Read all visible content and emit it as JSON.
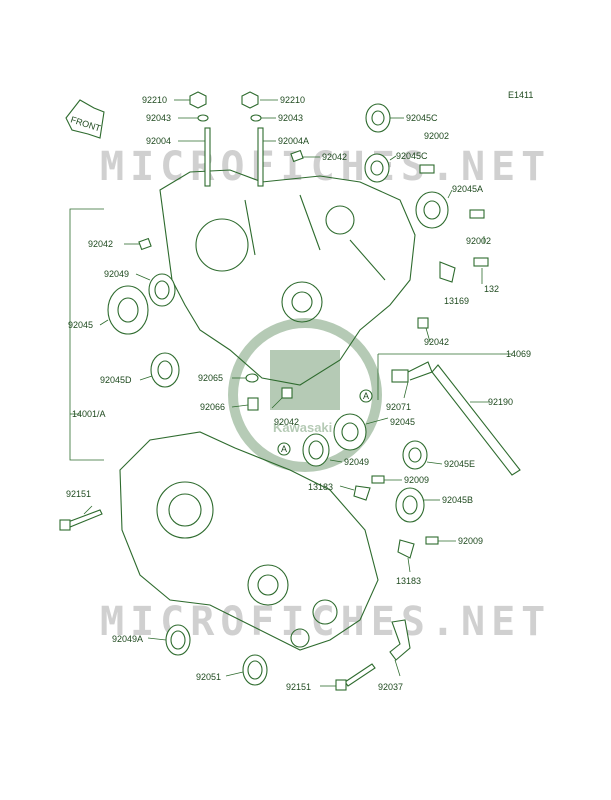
{
  "diagram_code": "E1411",
  "front_label": "FRONT",
  "watermark_text": "MICROFICHES.NET",
  "logo_text": "Kawasaki",
  "colors": {
    "line": "#2e6b2e",
    "text": "#1f4a1f",
    "watermark": "#d0d0d0"
  },
  "ref_marker": "A",
  "labels": [
    "92210",
    "92210",
    "92043",
    "92043",
    "92004",
    "92004A",
    "92042",
    "92045C",
    "92002",
    "92045C",
    "92045A",
    "92042",
    "92002",
    "92049",
    "132",
    "13169",
    "92045",
    "92042",
    "14069",
    "92045D",
    "92065",
    "92071",
    "92190",
    "92066",
    "92042",
    "92045",
    "14001/A",
    "92049",
    "92045E",
    "13183",
    "92009",
    "92151",
    "92045B",
    "92009",
    "13183",
    "92049A",
    "92051",
    "92151",
    "92037"
  ]
}
